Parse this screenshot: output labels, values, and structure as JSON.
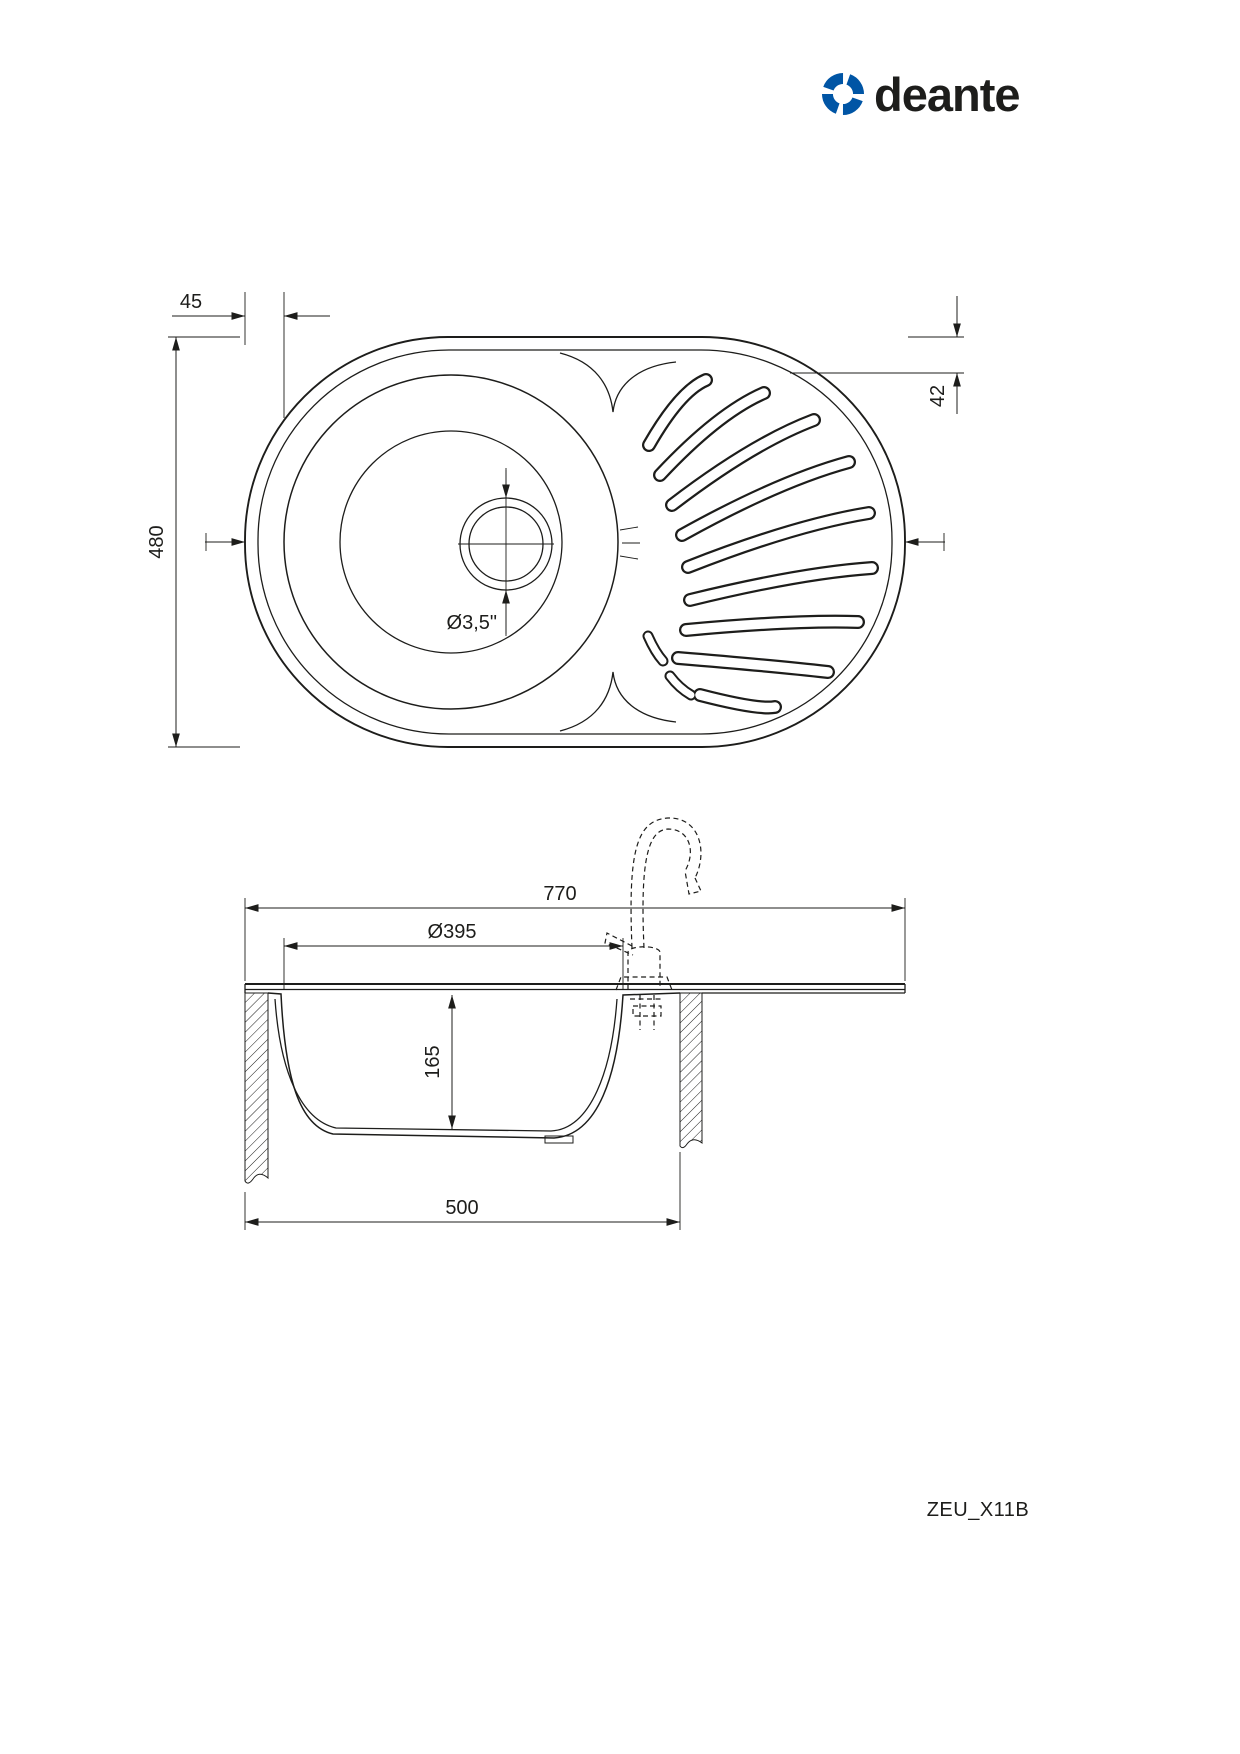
{
  "brand": {
    "name": "deante",
    "color": "#0055a5"
  },
  "drawing": {
    "line_color": "#1d1d1b",
    "top_view": {
      "dim_edge_offset": "45",
      "dim_overall_height": "480",
      "dim_drainer_offset": "42",
      "drain_diameter_label": "Ø3,5\""
    },
    "side_view": {
      "dim_overall_width": "770",
      "dim_bowl_diameter": "Ø395",
      "dim_bowl_depth": "165",
      "dim_cutout_width": "500"
    }
  },
  "footer": {
    "model_code": "ZEU_X11B"
  }
}
